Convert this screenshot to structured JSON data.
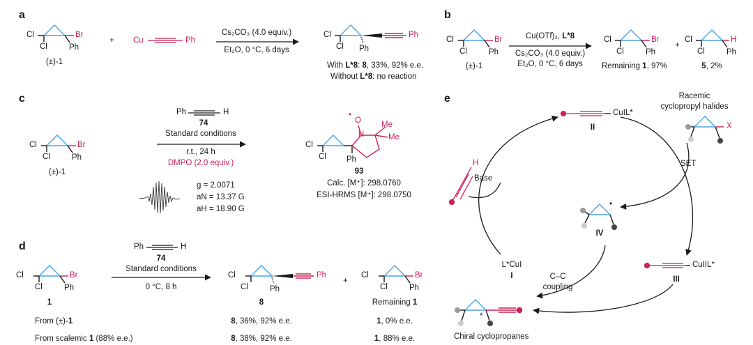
{
  "panel_labels": {
    "a": "a",
    "b": "b",
    "c": "c",
    "d": "d",
    "e": "e"
  },
  "colors": {
    "ring": "#4aa3df",
    "alkyne": "#cc2255",
    "ink": "#1a1a1a",
    "grey": "#9a9a9a",
    "dark": "#444444"
  },
  "atoms": {
    "cl": "Cl",
    "br": "Br",
    "ph": "Ph",
    "cu": "Cu",
    "h": "H",
    "me": "Me",
    "x": "X",
    "o": "O",
    "n": "N",
    "dot": "•",
    "plus": "+",
    "star": "*"
  },
  "a": {
    "sm_label": "(±)-1",
    "cond_top": "Cs₂CO₃ (4.0 equiv.)",
    "cond_bottom": "Et₂O, 0 °C, 6 days",
    "result1_prefix": "With ",
    "result1_ligand": "L*8",
    "result1_colon": ": ",
    "result1_cmpd": "8",
    "result1_rest": ", 33%, 92% e.e.",
    "result2_prefix": "Without ",
    "result2_ligand": "L*8",
    "result2_rest": ": no reaction"
  },
  "b": {
    "sm_label": "(±)-1",
    "cond_line1_a": "Cu(OTf)₂, ",
    "cond_line1_b": "L*8",
    "cond_line2": "Cs₂CO₃ (4.0 equiv.)",
    "cond_line3": "Et₂O, 0 °C, 6 days",
    "remaining_prefix": "Remaining ",
    "remaining_cmpd": "1",
    "remaining_rest": ", 97%",
    "p5_cmpd": "5",
    "p5_rest": ", 2%"
  },
  "c": {
    "sm_label": "(±)-1",
    "reagent_ph": "Ph",
    "reagent_h": "H",
    "reagent_num": "74",
    "cond_std": "Standard conditions",
    "cond_time": "r.t., 24 h",
    "cond_dmpo": "DMPO (2.0 equiv.)",
    "epr_g": "g = 2.0071",
    "epr_aN": "aN = 13.37 G",
    "epr_aH": "aH = 18.90 G",
    "product_num": "93",
    "calc": "Calc. [M⁺]: 298.0760",
    "found": "ESI-HRMS [M⁺]: 298.0750"
  },
  "d": {
    "sm_label": "1",
    "reagent_ph": "Ph",
    "reagent_h": "H",
    "reagent_num": "74",
    "cond_std": "Standard conditions",
    "cond_time": "0 °C, 8 h",
    "product_num": "8",
    "remaining_prefix": "Remaining ",
    "remaining_cmpd": "1",
    "row1_label_a": "From (±)-",
    "row1_label_b": "1",
    "row1_p8_cmpd": "8",
    "row1_p8": ", 36%, 92% e.e.",
    "row1_r_cmpd": "1",
    "row1_r": ", 0% e.e.",
    "row2_label_a": "From scalemic ",
    "row2_label_b": "1",
    "row2_label_c": " (88% e.e.)",
    "row2_p8_cmpd": "8",
    "row2_p8": ", 38%, 92% e.e.",
    "row2_r_cmpd": "1",
    "row2_r": ", 88% e.e."
  },
  "e": {
    "cu1_top": "CuIL*",
    "label_II": "II",
    "racemic_line1": "Racemic",
    "racemic_line2": "cyclopropyl halides",
    "set": "SET",
    "base": "Base",
    "label_IV": "IV",
    "cu1_left": "L*CuI",
    "label_I": "I",
    "coupling_line1": "C–C",
    "coupling_line2": "coupling",
    "cu2": "CuIIL*",
    "label_III": "III",
    "chiral": "Chiral cyclopropanes"
  }
}
